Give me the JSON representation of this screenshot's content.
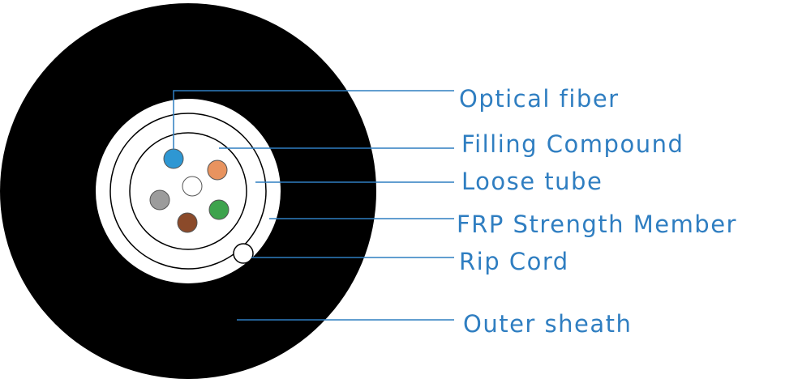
{
  "colors": {
    "label_text": "#2f7ec1",
    "leader_line": "#2f7ec1",
    "outer_sheath": "#000000",
    "inner_fill": "#ffffff",
    "fiber_outline": "#555555"
  },
  "fibers": [
    {
      "name": "blue",
      "color": "#2e97d3"
    },
    {
      "name": "orange",
      "color": "#e8935f"
    },
    {
      "name": "white",
      "color": "#ffffff"
    },
    {
      "name": "gray",
      "color": "#9c9c9c"
    },
    {
      "name": "green",
      "color": "#3ea34d"
    },
    {
      "name": "brown",
      "color": "#8b4a2a"
    }
  ],
  "labels": {
    "optical_fiber": "Optical fiber",
    "filling_compound": "Filling Compound",
    "loose_tube": "Loose tube",
    "frp_strength_member": "FRP Strength Member",
    "rip_cord": "Rip Cord",
    "outer_sheath": "Outer sheath"
  }
}
